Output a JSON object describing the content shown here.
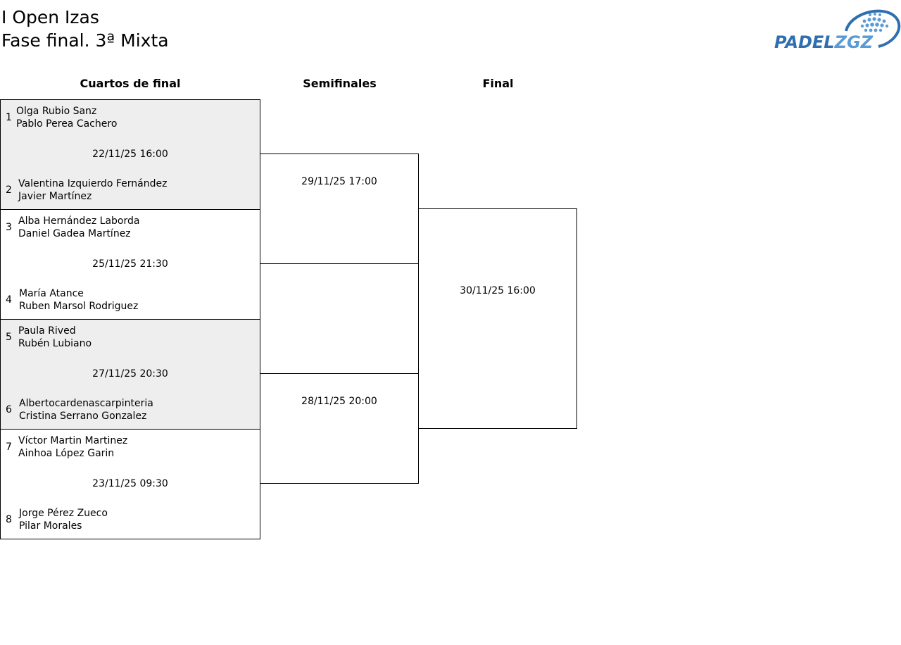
{
  "header": {
    "title_line1": "I Open Izas",
    "title_line2": "Fase final. 3ª Mixta",
    "logo_text_a": "PADEL",
    "logo_text_b": "ZGZ"
  },
  "rounds": {
    "quarters": "Cuartos de final",
    "semis": "Semifinales",
    "final": "Final"
  },
  "quarters": [
    {
      "date": "22/11/25 16:00",
      "a": {
        "seed": "1",
        "p1": "Olga Rubio Sanz",
        "p2": "Pablo Perea Cachero"
      },
      "b": {
        "seed": "2",
        "p1": "Valentina Izquierdo Fernández",
        "p2": "Javier Martínez"
      }
    },
    {
      "date": "25/11/25 21:30",
      "a": {
        "seed": "3",
        "p1": "Alba Hernández Laborda",
        "p2": "Daniel Gadea Martínez"
      },
      "b": {
        "seed": "4",
        "p1": "María Atance",
        "p2": "Ruben Marsol Rodriguez"
      }
    },
    {
      "date": "27/11/25 20:30",
      "a": {
        "seed": "5",
        "p1": "Paula Rived",
        "p2": "Rubén Lubiano"
      },
      "b": {
        "seed": "6",
        "p1": "Albertocardenascarpinteria",
        "p2": "Cristina Serrano Gonzalez"
      }
    },
    {
      "date": "23/11/25 09:30",
      "a": {
        "seed": "7",
        "p1": "Víctor Martin Martinez",
        "p2": "Ainhoa López Garin"
      },
      "b": {
        "seed": "8",
        "p1": "Jorge Pérez Zueco",
        "p2": "Pilar Morales"
      }
    }
  ],
  "semis": [
    {
      "date": "29/11/25 17:00"
    },
    {
      "date": "28/11/25 20:00"
    }
  ],
  "final": {
    "date": "30/11/25 16:00"
  },
  "colors": {
    "shaded": "#eeeeee",
    "logo_blue": "#2f6fb0"
  }
}
